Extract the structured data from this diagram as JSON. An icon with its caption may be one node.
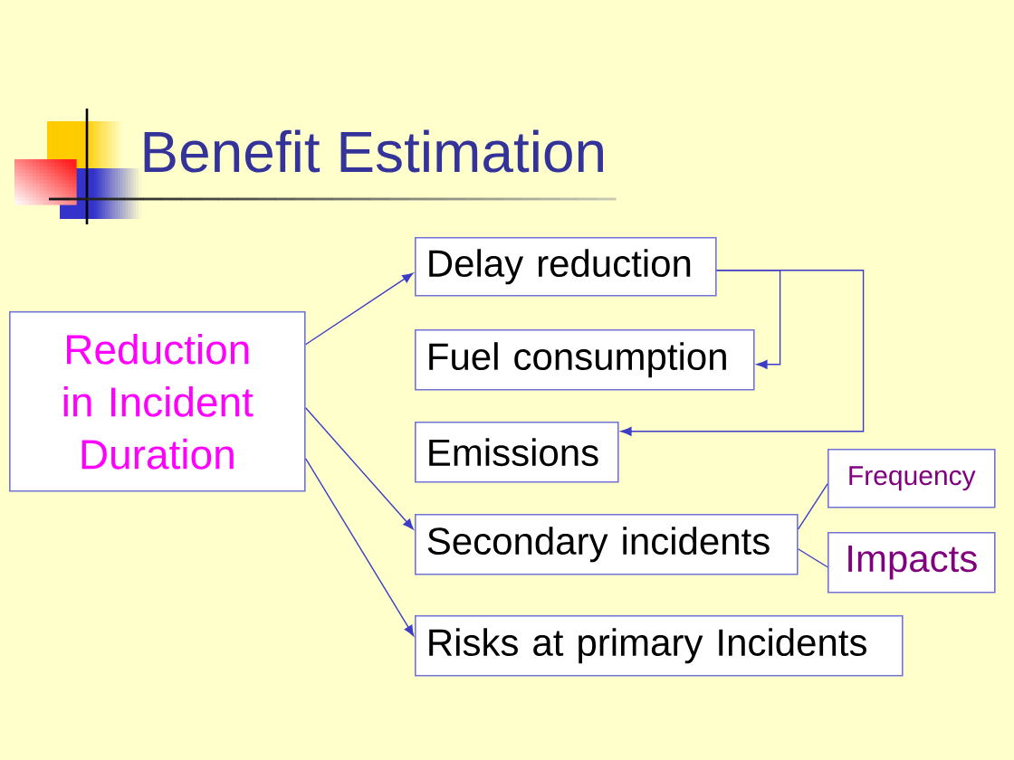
{
  "diagram": {
    "title": "Benefit Estimation",
    "nodes": [
      {
        "text": [
          "Reduction in Incident Duration"
        ]
      },
      {
        "text": [
          "Delay reduction"
        ]
      },
      {
        "text": [
          "Fuel consumption"
        ]
      },
      {
        "text": [
          "Emissions"
        ]
      },
      {
        "text": [
          "Secondary incidents"
        ]
      },
      {
        "text": [
          "Frequency"
        ]
      },
      {
        "text": [
          "Impacts"
        ]
      },
      {
        "text": [
          "Risks at primary Incidents"
        ]
      }
    ],
    "edges": [
      {
        "from": 0,
        "to": 1,
        "arrow": "to"
      },
      {
        "from": 0,
        "to": 4,
        "arrow": "to"
      },
      {
        "from": 0,
        "to": 7,
        "arrow": "to"
      },
      {
        "from": 1,
        "to": 2,
        "arrow": "to"
      },
      {
        "from": 1,
        "to": 3,
        "arrow": "to"
      },
      {
        "from": 4,
        "to": 5,
        "arrow": "none"
      },
      {
        "from": 4,
        "to": 6,
        "arrow": "none"
      }
    ]
  }
}
